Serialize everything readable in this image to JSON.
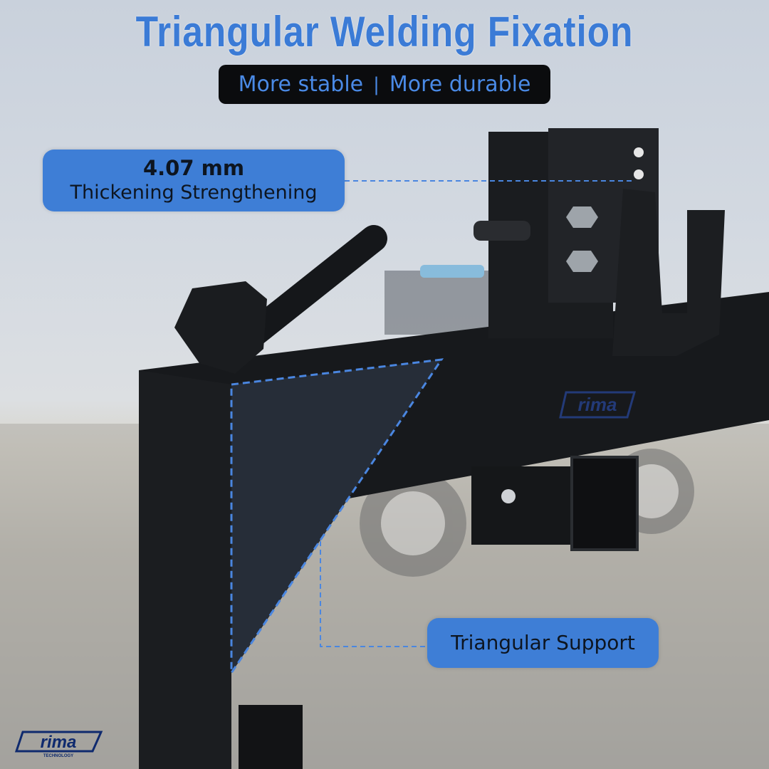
{
  "header": {
    "title": "Triangular Welding Fixation",
    "subtitle_left": "More stable",
    "subtitle_separator": "|",
    "subtitle_right": "More durable"
  },
  "callouts": [
    {
      "value": "4.07 mm",
      "label": "Thickening Strengthening"
    },
    {
      "label": "Triangular Support"
    }
  ],
  "brand": {
    "logo_text": "rima",
    "logo_subtext": "TECHNOLOGY"
  },
  "colors": {
    "accent": "#3e7ed6",
    "frame": "#16181b",
    "pill": "#0b0c0e"
  }
}
